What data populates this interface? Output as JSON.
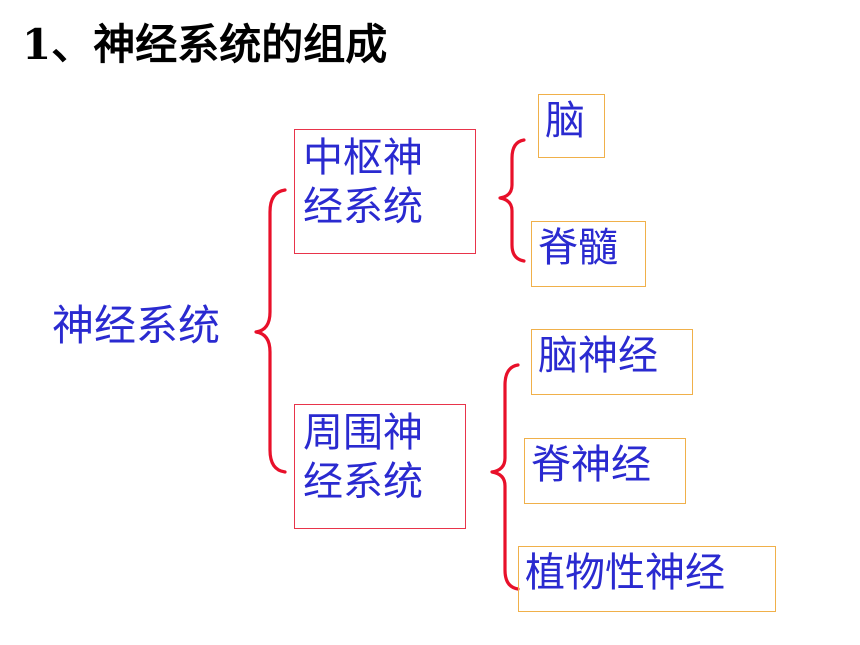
{
  "title": "1、神经系统的组成",
  "root": "神经系统",
  "central": {
    "line1": "中枢神",
    "line2": "经系统",
    "children": [
      "脑",
      "脊髓"
    ]
  },
  "peripheral": {
    "line1": "周围神",
    "line2": "经系统",
    "children": [
      "脑神经",
      "脊神经",
      "植物性神经"
    ]
  },
  "colors": {
    "text": "#2a2ad0",
    "brace": "#e8102a",
    "box_border_primary": "#e8344a",
    "box_border_secondary": "#f0b04a"
  }
}
